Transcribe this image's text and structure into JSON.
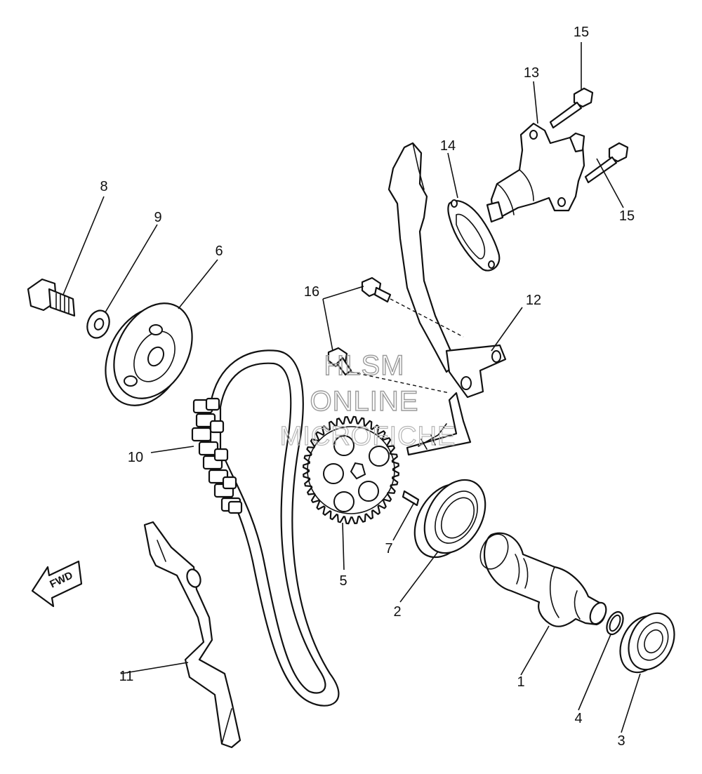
{
  "diagram": {
    "parts": [
      {
        "id": "camshaft",
        "label": "1"
      },
      {
        "id": "bearing-large",
        "label": "2"
      },
      {
        "id": "bearing-small",
        "label": "3"
      },
      {
        "id": "circlip",
        "label": "4"
      },
      {
        "id": "cam-sprocket",
        "label": "5"
      },
      {
        "id": "decompressor-plate",
        "label": "6"
      },
      {
        "id": "pin",
        "label": "7"
      },
      {
        "id": "bolt",
        "label": "8"
      },
      {
        "id": "washer",
        "label": "9"
      },
      {
        "id": "cam-chain",
        "label": "10"
      },
      {
        "id": "chain-guide-exhaust",
        "label": "11"
      },
      {
        "id": "chain-guide-intake",
        "label": "12"
      },
      {
        "id": "tensioner",
        "label": "13"
      },
      {
        "id": "tensioner-gasket",
        "label": "14"
      },
      {
        "id": "tensioner-bolt-upper",
        "label": "15"
      },
      {
        "id": "tensioner-bolt-lower",
        "label": "15"
      },
      {
        "id": "guide-bolts",
        "label": "16"
      }
    ],
    "direction_badge": "FWD",
    "watermark": [
      "HLSM",
      "ONLINE",
      "MICROFICHE"
    ]
  }
}
